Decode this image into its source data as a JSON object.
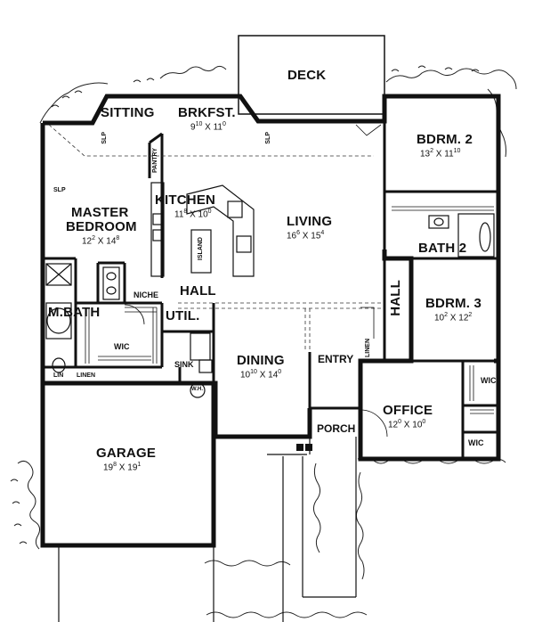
{
  "rooms": {
    "deck": {
      "label": "DECK"
    },
    "sitting": {
      "label": "SITTING"
    },
    "brkfst": {
      "label": "BRKFST.",
      "dim_w": "9",
      "dim_w_in": "10",
      "dim_h": "11",
      "dim_h_in": "0"
    },
    "bdrm2": {
      "label": "BDRM. 2",
      "dim_w": "13",
      "dim_w_in": "2",
      "dim_h": "11",
      "dim_h_in": "10"
    },
    "master": {
      "label1": "MASTER",
      "label2": "BEDROOM",
      "dim_w": "12",
      "dim_w_in": "2",
      "dim_h": "14",
      "dim_h_in": "8"
    },
    "kitchen": {
      "label": "KITCHEN",
      "dim_w": "11",
      "dim_w_in": "8",
      "dim_h": "10",
      "dim_h_in": "0"
    },
    "living": {
      "label": "LIVING",
      "dim_w": "16",
      "dim_w_in": "6",
      "dim_h": "15",
      "dim_h_in": "4"
    },
    "bath2": {
      "label": "BATH 2"
    },
    "bdrm3": {
      "label": "BDRM. 3",
      "dim_w": "10",
      "dim_w_in": "2",
      "dim_h": "12",
      "dim_h_in": "2"
    },
    "hall": {
      "label": "HALL"
    },
    "hall_right": {
      "label": "HALL"
    },
    "mbath": {
      "label": "M.BATH"
    },
    "util": {
      "label": "UTIL."
    },
    "dining": {
      "label": "DINING",
      "dim_w": "10",
      "dim_w_in": "10",
      "dim_h": "14",
      "dim_h_in": "0"
    },
    "entry": {
      "label": "ENTRY"
    },
    "office": {
      "label": "OFFICE",
      "dim_w": "12",
      "dim_w_in": "0",
      "dim_h": "10",
      "dim_h_in": "0"
    },
    "porch": {
      "label": "PORCH"
    },
    "garage": {
      "label": "GARAGE",
      "dim_w": "19",
      "dim_w_in": "8",
      "dim_h": "19",
      "dim_h_in": "1"
    }
  },
  "small_labels": {
    "pantry": "PANTRY",
    "island": "ISLAND",
    "niche": "NICHE",
    "wic_master": "WIC",
    "wic_bdrm3": "WIC",
    "wic_office": "WIC",
    "sink": "SINK",
    "linen_master": "LINEN",
    "lin_master": "LIN",
    "linen_hall": "LINEN",
    "wh": "W.H.",
    "slp_sitting": "SLP",
    "slp_master": "SLP",
    "slp_living": "SLP"
  }
}
